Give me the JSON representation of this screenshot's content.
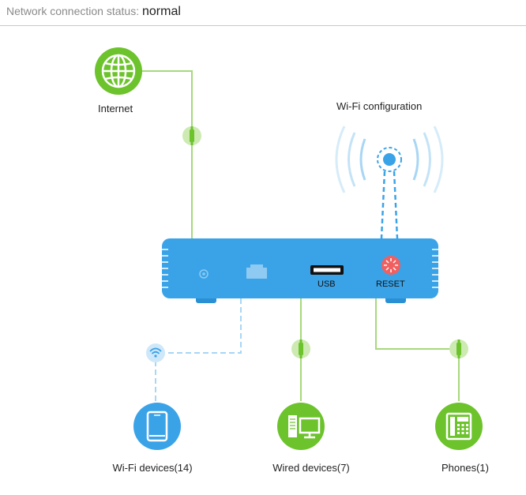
{
  "status": {
    "label": "Network connection status:",
    "value": "normal"
  },
  "internet": {
    "label": "Internet",
    "icon": "globe-icon"
  },
  "wifi_config": {
    "label": "Wi-Fi configuration",
    "icon": "wifi-antenna-icon"
  },
  "router": {
    "usb_label": "USB",
    "reset_label": "RESET",
    "body_color": "#3aa3e8"
  },
  "devices": [
    {
      "label": "Wi-Fi devices(14)",
      "icon": "tablet-icon",
      "color": "#3aa3e8"
    },
    {
      "label": "Wired devices(7)",
      "icon": "computer-icon",
      "color": "#6cc32c"
    },
    {
      "label": "Phones(1)",
      "icon": "telephone-icon",
      "color": "#6cc32c"
    }
  ],
  "colors": {
    "green": "#6cc32c",
    "line_green": "#a6d97a",
    "blue": "#3aa3e8",
    "light_blue": "#a8d6f4",
    "reset_red": "#f06060"
  }
}
